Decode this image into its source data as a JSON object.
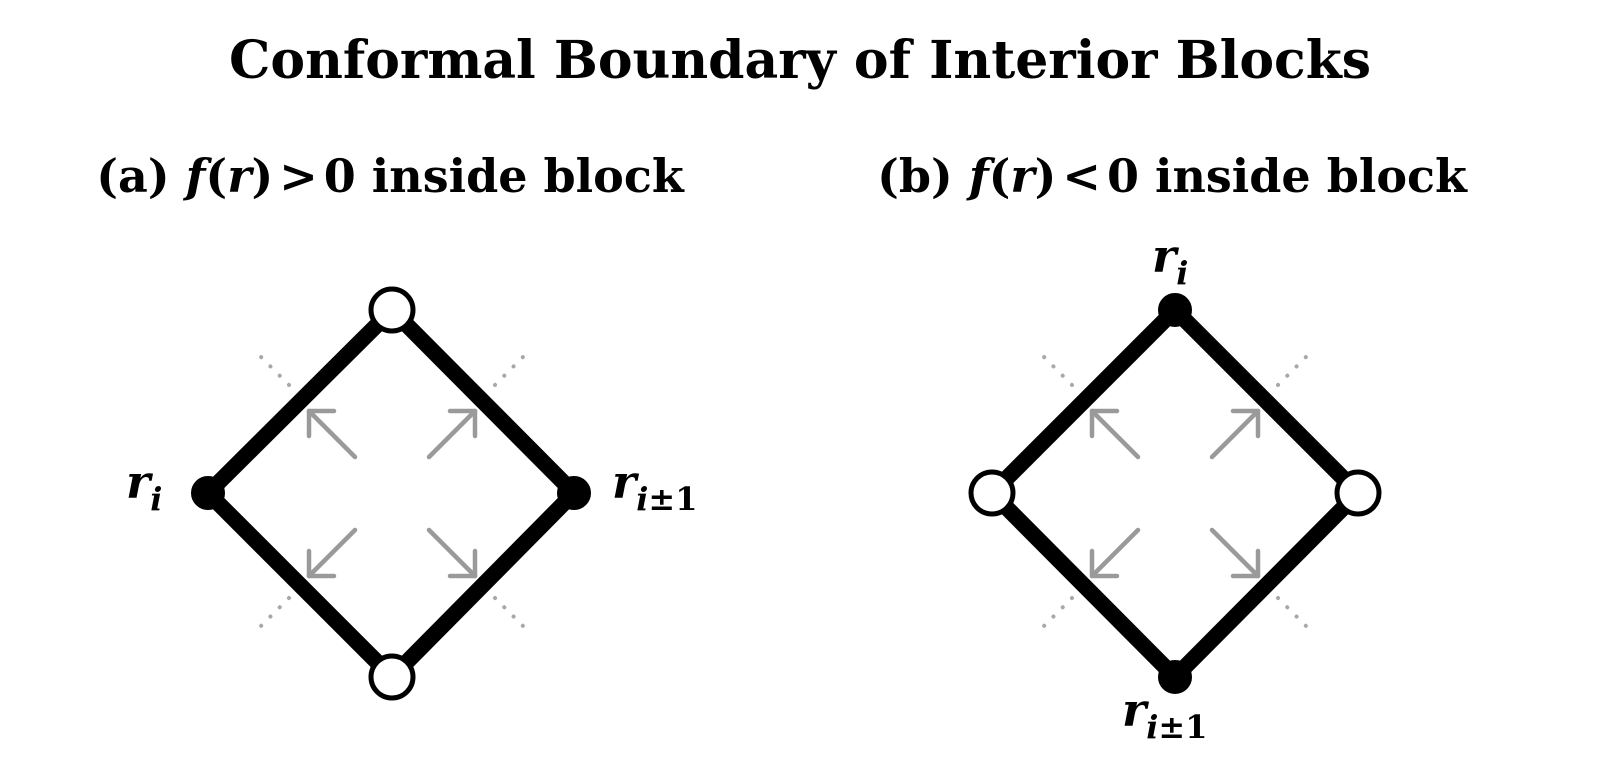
{
  "title": "Conformal Boundary of Interior Blocks",
  "panels": [
    {
      "prefix": "(a)",
      "math_f": "f",
      "math_paren_open": "(",
      "math_r": "r",
      "math_paren_close": ")",
      "relation": ">",
      "rhs": "0",
      "suffix": "inside block",
      "filled_label": "r",
      "filled_sub": "i",
      "filled_label2": "r",
      "filled_sub2": "i",
      "filled_sub2_sign": "±1"
    },
    {
      "prefix": "(b)",
      "math_f": "f",
      "math_paren_open": "(",
      "math_r": "r",
      "math_paren_close": ")",
      "relation": "<",
      "rhs": "0",
      "suffix": "inside block",
      "filled_label": "r",
      "filled_sub": "i",
      "filled_label2": "r",
      "filled_sub2": "i",
      "filled_sub2_sign": "±1"
    }
  ]
}
